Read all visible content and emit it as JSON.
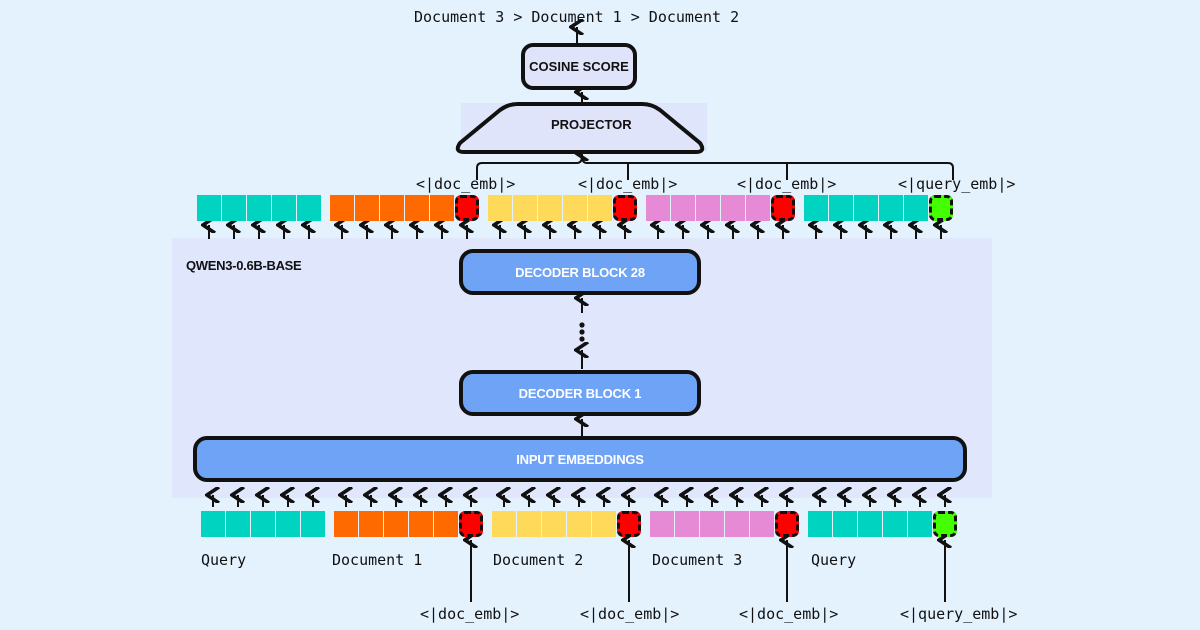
{
  "ranking_output": "Document 3 > Document 1 > Document 2",
  "cosine_block": "COSINE SCORE",
  "projector_block": "PROJECTOR",
  "model_name": "QWEN3-0.6B-BASE",
  "decoder_top": "DECODER BLOCK 28",
  "decoder_bottom": "DECODER BLOCK 1",
  "input_embeddings": "INPUT EMBEDDINGS",
  "colors": {
    "query": "#00d4c0",
    "document_1": "#ff6a00",
    "document_2": "#ffd95a",
    "document_3": "#e68ad6",
    "doc_emb_token": "#ff0000",
    "query_emb_token": "#44ff00",
    "block_fill": "#6ea3f6"
  },
  "segments": [
    {
      "label": "Query",
      "kind": "query",
      "tokens": 5,
      "special": null
    },
    {
      "label": "Document 1",
      "kind": "document_1",
      "tokens": 5,
      "special": "doc_emb"
    },
    {
      "label": "Document 2",
      "kind": "document_2",
      "tokens": 5,
      "special": "doc_emb"
    },
    {
      "label": "Document 3",
      "kind": "document_3",
      "tokens": 5,
      "special": "doc_emb"
    },
    {
      "label": "Query",
      "kind": "query",
      "tokens": 5,
      "special": "query_emb"
    }
  ],
  "special_labels": {
    "doc_emb": "<|doc_emb|>",
    "query_emb": "<|query_emb|>"
  },
  "top_special_labels": [
    "<|doc_emb|>",
    "<|doc_emb|>",
    "<|doc_emb|>",
    "<|query_emb|>"
  ],
  "bottom_special_labels": [
    "<|doc_emb|>",
    "<|doc_emb|>",
    "<|doc_emb|>",
    "<|query_emb|>"
  ]
}
